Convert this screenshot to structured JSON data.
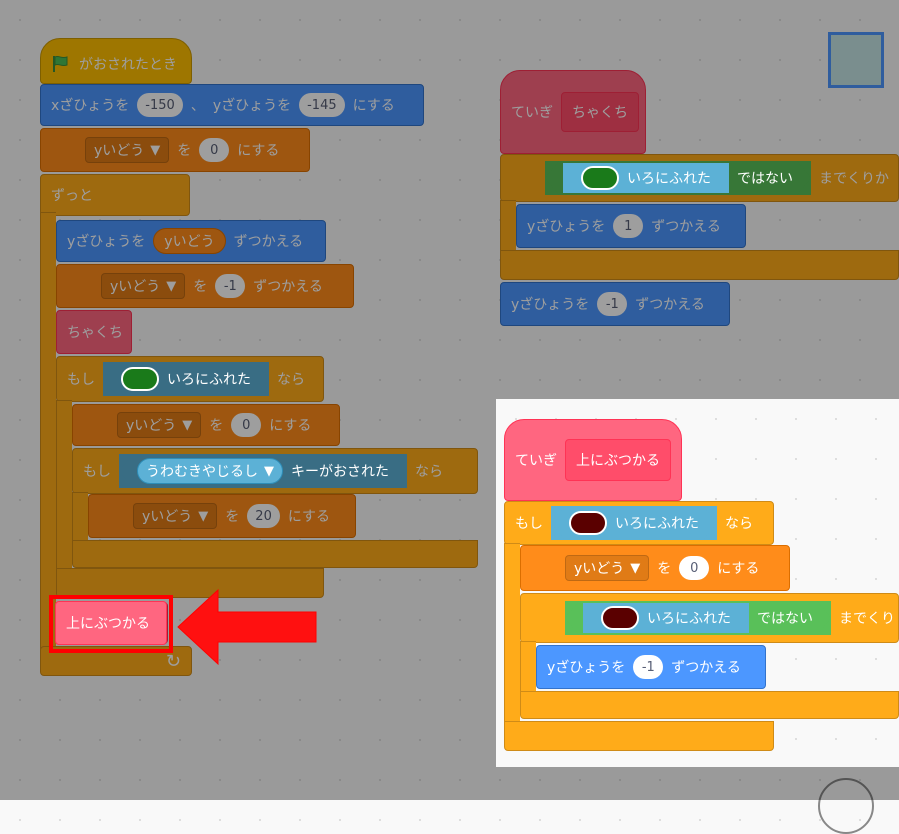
{
  "script_main": {
    "hat_label": "がおされたとき",
    "hat_icon": "green-flag-icon",
    "goto": {
      "label1": "xざひょうを",
      "x": "-150",
      "sep": "、",
      "label2": "yざひょうを",
      "y": "-145",
      "label3": "にする"
    },
    "setvar1": {
      "var": "yいどう",
      "label": "を",
      "value": "0",
      "label2": "にする"
    },
    "forever_label": "ずっと",
    "changey": {
      "label": "yざひょうを",
      "var": "yいどう",
      "label2": "ずつかえる"
    },
    "changevar": {
      "var": "yいどう",
      "label": "を",
      "value": "-1",
      "label2": "ずつかえる"
    },
    "landing_call": "ちゃくち",
    "if1": {
      "label": "もし",
      "sense": "いろにふれた",
      "label2": "なら",
      "color": "#1a7a1a"
    },
    "setvar2": {
      "var": "yいどう",
      "label": "を",
      "value": "0",
      "label2": "にする"
    },
    "if2": {
      "label": "もし",
      "key": "うわむきやじるし",
      "label_key": "キーがおされた",
      "label2": "なら"
    },
    "setvar3": {
      "var": "yいどう",
      "label": "を",
      "value": "20",
      "label2": "にする"
    },
    "bump_call": "上にぶつかる",
    "loop_icon": "loop-arrow-icon"
  },
  "script_landing": {
    "define_label": "ていぎ",
    "name": "ちゃくち",
    "repeat": {
      "sense": "いろにふれた",
      "not_label": "ではない",
      "until_label": "までくりか",
      "color": "#1a7a1a"
    },
    "changey1": {
      "label": "yざひょうを",
      "value": "1",
      "label2": "ずつかえる"
    },
    "changey2": {
      "label": "yざひょうを",
      "value": "-1",
      "label2": "ずつかえる"
    }
  },
  "script_bump": {
    "define_label": "ていぎ",
    "name": "上にぶつかる",
    "if": {
      "label": "もし",
      "sense": "いろにふれた",
      "label2": "なら",
      "color": "#5a0000"
    },
    "setvar": {
      "var": "yいどう",
      "label": "を",
      "value": "0",
      "label2": "にする"
    },
    "repeat": {
      "sense": "いろにふれた",
      "not_label": "ではない",
      "until_label": "までくり",
      "color": "#5a0000"
    },
    "changey": {
      "label": "yざひょうを",
      "value": "-1",
      "label2": "ずつかえる"
    }
  },
  "colors": {
    "events": "#ffbf00",
    "motion": "#4c97ff",
    "variables": "#ff8c1a",
    "control": "#ffab19",
    "my_blocks": "#ff6680",
    "sensing": "#5cb1d6",
    "operators": "#59c059",
    "highlight": "#ff0000"
  },
  "icons": {
    "dropdown": "caret-down-icon",
    "arrow": "red-arrow-left-icon",
    "sprite": "sprite-thumbnail-icon",
    "zoom": "zoom-control-icon"
  }
}
